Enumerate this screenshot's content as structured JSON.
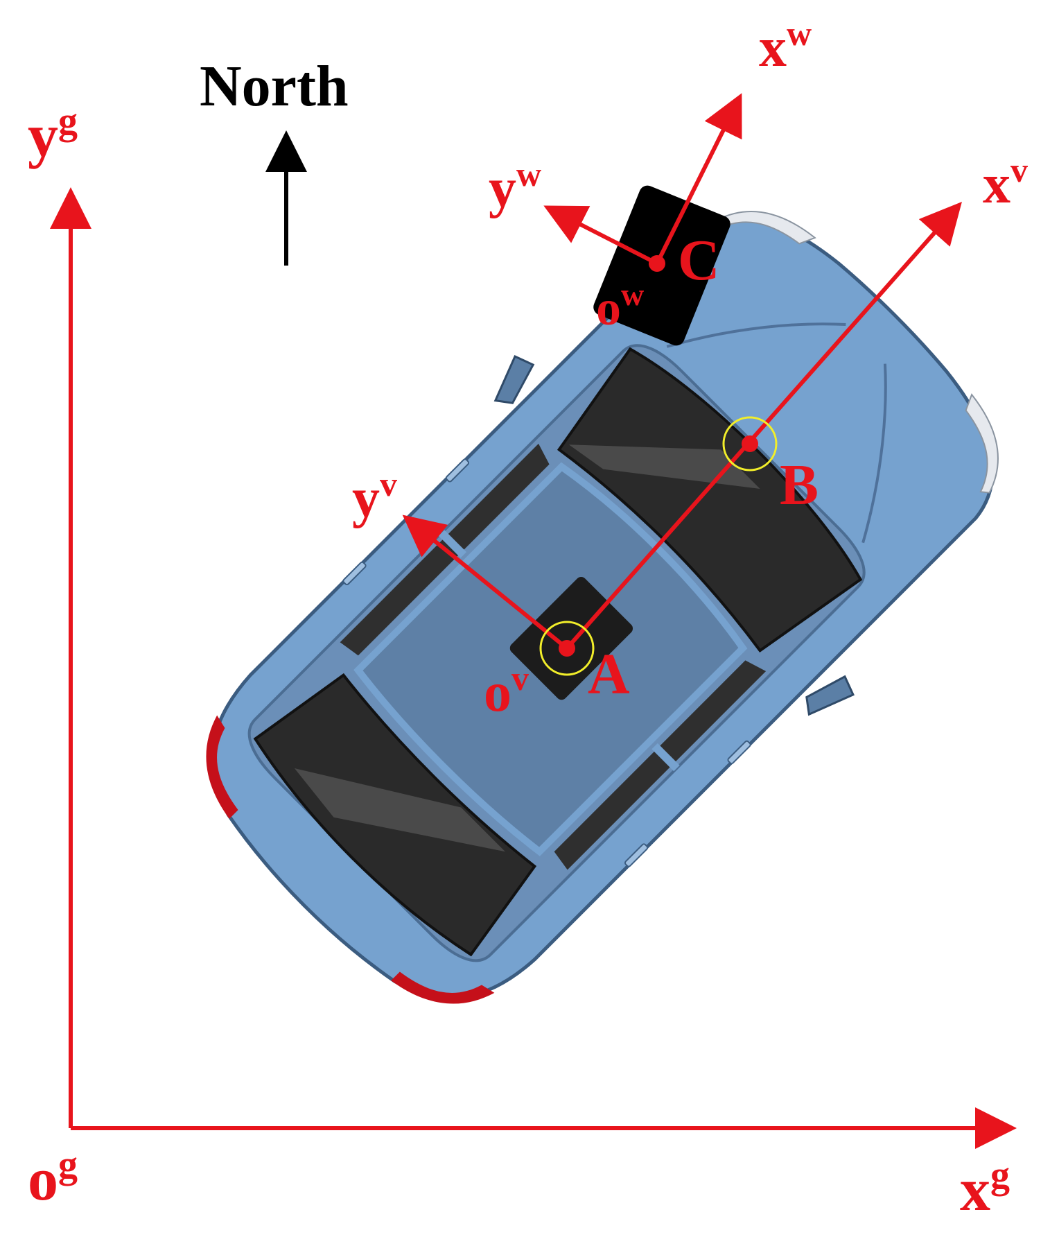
{
  "north_label": "North",
  "global_frame": {
    "x_label": "x",
    "x_sup": "g",
    "y_label": "y",
    "y_sup": "g",
    "origin_label": "o",
    "origin_sup": "g"
  },
  "vehicle_frame": {
    "x_label": "x",
    "x_sup": "v",
    "y_label": "y",
    "y_sup": "v",
    "origin_label": "o",
    "origin_sup": "v"
  },
  "wheel_frame": {
    "x_label": "x",
    "x_sup": "w",
    "y_label": "y",
    "y_sup": "w",
    "origin_label": "o",
    "origin_sup": "w"
  },
  "points": {
    "a": "A",
    "b": "B",
    "c": "C"
  },
  "colors": {
    "axis": "#e8141c",
    "car_body": "#76a2cf",
    "car_roof": "#5e80a6",
    "glass": "#2a2a2a",
    "marker_ring": "#f2ee2a"
  }
}
